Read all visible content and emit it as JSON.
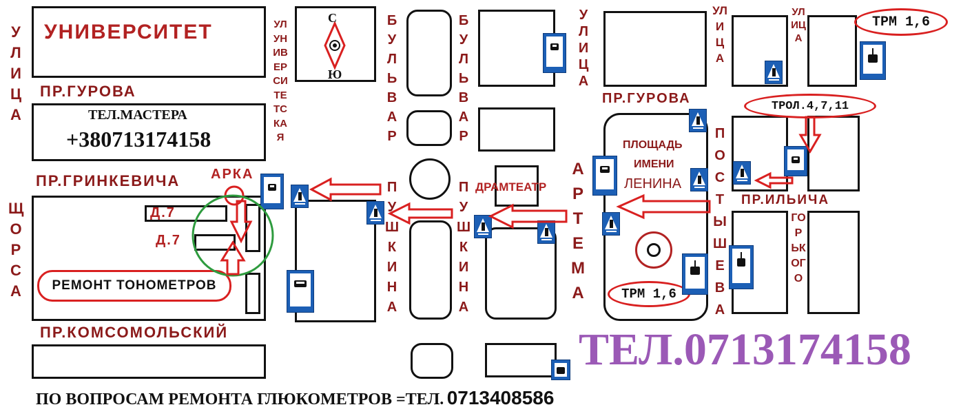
{
  "labels": {
    "university": "УНИВЕРСИТЕТ",
    "pr_gurova_left": "ПР.ГУРОВА",
    "master_phone_title": "ТЕЛ.МАСТЕРА",
    "master_phone": "+380713174158",
    "pr_grinkevicha": "ПР.ГРИНКЕВИЧА",
    "arka": "АРКА",
    "d7_a": "Д.7",
    "d7_b": "Д.7",
    "repair_tonometers": "РЕМОНТ ТОНОМЕТРОВ",
    "pr_komsomolsky": "ПР.КОМСОМОЛЬСКИЙ",
    "compass_n": "С",
    "compass_s": "Ю",
    "dramteatr": "ДРАМТЕАТР",
    "pr_gurova_right": "ПР.ГУРОВА",
    "square_line1": "ПЛОЩАДЬ",
    "square_line2": "ИМЕНИ",
    "square_line3": "ЛЕНИНА",
    "pr_ilicha": "ПР.ИЛЬИЧА",
    "trm_top": "ТРМ 1,6",
    "trol": "ТРОЛ.4,7,11",
    "trm_bottom": "ТРМ 1,6",
    "big_phone": "ТЕЛ.0713174158",
    "footer_text": "ПО  ВОПРОСАМ РЕМОНТА ГЛЮКОМЕТРОВ =ТЕЛ.",
    "footer_phone": "0713408586"
  },
  "vertical": {
    "ulitsa_left": "УЛИЦА",
    "shchorsa": "ЩОРСА",
    "universitetskaya": "УЛУНИВЕРСИТЕТСКАЯ",
    "bulvar_a": "БУЛЬВАР",
    "pushkina_a": "ПУШКИНА",
    "bulvar_b": "БУЛЬВАР",
    "pushkina_b": "ПУШКИНА",
    "ulitsa_mid": "УЛИЦА",
    "artema": "АРТЕМА",
    "ulitsa_post": "УЛИЦА",
    "postysheva": "ПОСТЫШЕВА",
    "ulitsa_gork": "УЛИЦА",
    "gorkogo": "ГОРЬКОГО"
  },
  "colors": {
    "street_label": "#8b1a1a",
    "arrow": "#d92020",
    "sign_blue": "#1c5fb5",
    "circle_green": "#2e9b3e",
    "big_phone": "#9b59b6"
  },
  "icons": [
    "compass-icon",
    "bus-stop-sign-icon",
    "pedestrian-crossing-icon",
    "tram-stop-sign-icon",
    "roundabout-icon"
  ]
}
